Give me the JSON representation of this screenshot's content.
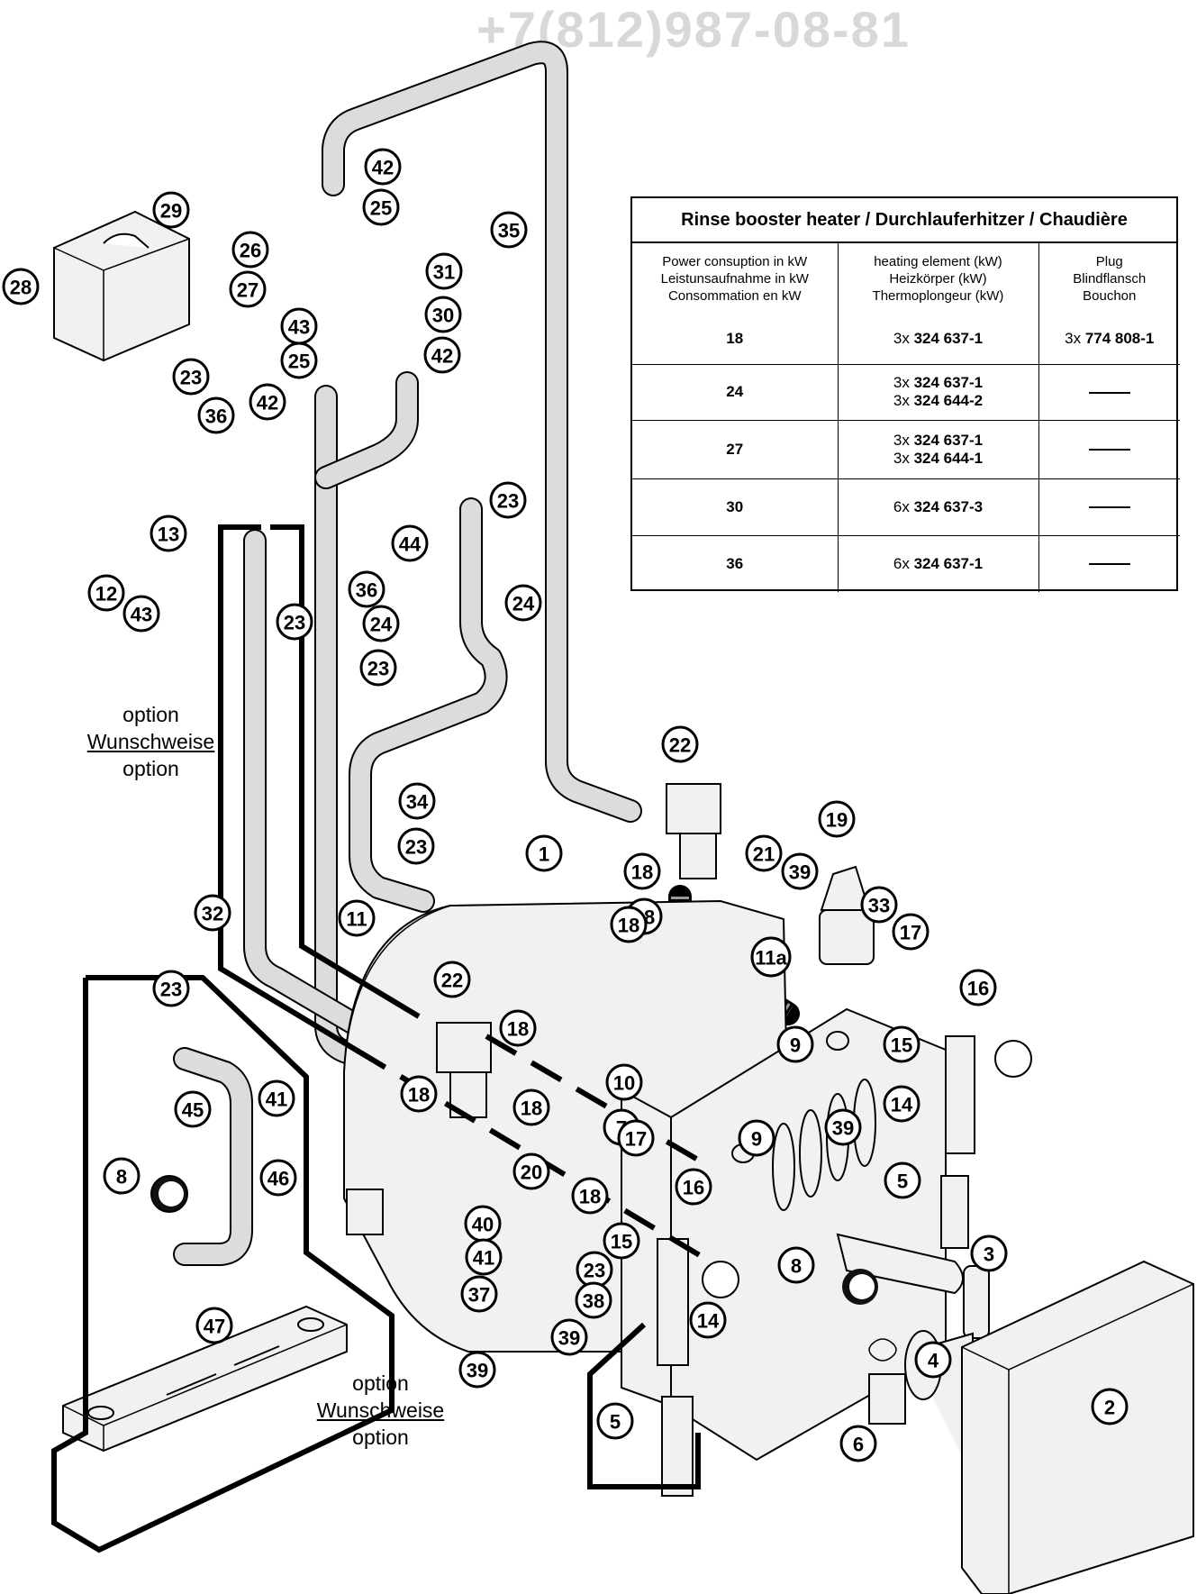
{
  "watermark": "+7(812)987-08-81",
  "table": {
    "title": "Rinse booster heater / Durchlauferhitzer / Chaudière",
    "headers": [
      [
        "Power consuption in  kW",
        "Leistunsaufnahme in  kW",
        "Consommation en kW"
      ],
      [
        "heating element (kW)",
        "Heizkörper (kW)",
        "Thermoplongeur (kW)"
      ],
      [
        "Plug",
        "Blindflansch",
        "Bouchon"
      ]
    ],
    "rows": [
      {
        "power": "18",
        "elements": [
          {
            "qty": "3x",
            "code": "324 637-1"
          }
        ],
        "plug": {
          "qty": "3x",
          "code": "774 808-1"
        }
      },
      {
        "power": "24",
        "elements": [
          {
            "qty": "3x",
            "code": "324 637-1"
          },
          {
            "qty": "3x",
            "code": "324 644-2"
          }
        ],
        "plug": null
      },
      {
        "power": "27",
        "elements": [
          {
            "qty": "3x",
            "code": "324 637-1"
          },
          {
            "qty": "3x",
            "code": "324 644-1"
          }
        ],
        "plug": null
      },
      {
        "power": "30",
        "elements": [
          {
            "qty": "6x",
            "code": "324 637-3"
          }
        ],
        "plug": null
      },
      {
        "power": "36",
        "elements": [
          {
            "qty": "6x",
            "code": "324 637-1"
          }
        ],
        "plug": null
      }
    ]
  },
  "option_labels": {
    "upper": [
      "option",
      "Wunschweise",
      "option"
    ],
    "lower": [
      "option",
      "Wunschweise",
      "option"
    ]
  },
  "callouts": [
    {
      "label": "42"
    },
    {
      "label": "25"
    },
    {
      "label": "29"
    },
    {
      "label": "26"
    },
    {
      "label": "35"
    },
    {
      "label": "31"
    },
    {
      "label": "28"
    },
    {
      "label": "27"
    },
    {
      "label": "30"
    },
    {
      "label": "43"
    },
    {
      "label": "25"
    },
    {
      "label": "42"
    },
    {
      "label": "23"
    },
    {
      "label": "42"
    },
    {
      "label": "36"
    },
    {
      "label": "23"
    },
    {
      "label": "13"
    },
    {
      "label": "44"
    },
    {
      "label": "12"
    },
    {
      "label": "43"
    },
    {
      "label": "36"
    },
    {
      "label": "24"
    },
    {
      "label": "23"
    },
    {
      "label": "24"
    },
    {
      "label": "23"
    },
    {
      "label": "22"
    },
    {
      "label": "34"
    },
    {
      "label": "19"
    },
    {
      "label": "1"
    },
    {
      "label": "23"
    },
    {
      "label": "18"
    },
    {
      "label": "21"
    },
    {
      "label": "18"
    },
    {
      "label": "39"
    },
    {
      "label": "33"
    },
    {
      "label": "32"
    },
    {
      "label": "11"
    },
    {
      "label": "18"
    },
    {
      "label": "17"
    },
    {
      "label": "11a"
    },
    {
      "label": "16"
    },
    {
      "label": "23"
    },
    {
      "label": "22"
    },
    {
      "label": "18"
    },
    {
      "label": "18"
    },
    {
      "label": "9"
    },
    {
      "label": "15"
    },
    {
      "label": "10"
    },
    {
      "label": "41"
    },
    {
      "label": "45"
    },
    {
      "label": "18"
    },
    {
      "label": "14"
    },
    {
      "label": "7"
    },
    {
      "label": "39"
    },
    {
      "label": "9"
    },
    {
      "label": "17"
    },
    {
      "label": "8"
    },
    {
      "label": "46"
    },
    {
      "label": "20"
    },
    {
      "label": "16"
    },
    {
      "label": "5"
    },
    {
      "label": "18"
    },
    {
      "label": "40"
    },
    {
      "label": "15"
    },
    {
      "label": "41"
    },
    {
      "label": "23"
    },
    {
      "label": "3"
    },
    {
      "label": "8"
    },
    {
      "label": "37"
    },
    {
      "label": "38"
    },
    {
      "label": "14"
    },
    {
      "label": "47"
    },
    {
      "label": "39"
    },
    {
      "label": "39"
    },
    {
      "label": "4"
    },
    {
      "label": "2"
    },
    {
      "label": "5"
    },
    {
      "label": "6"
    }
  ]
}
